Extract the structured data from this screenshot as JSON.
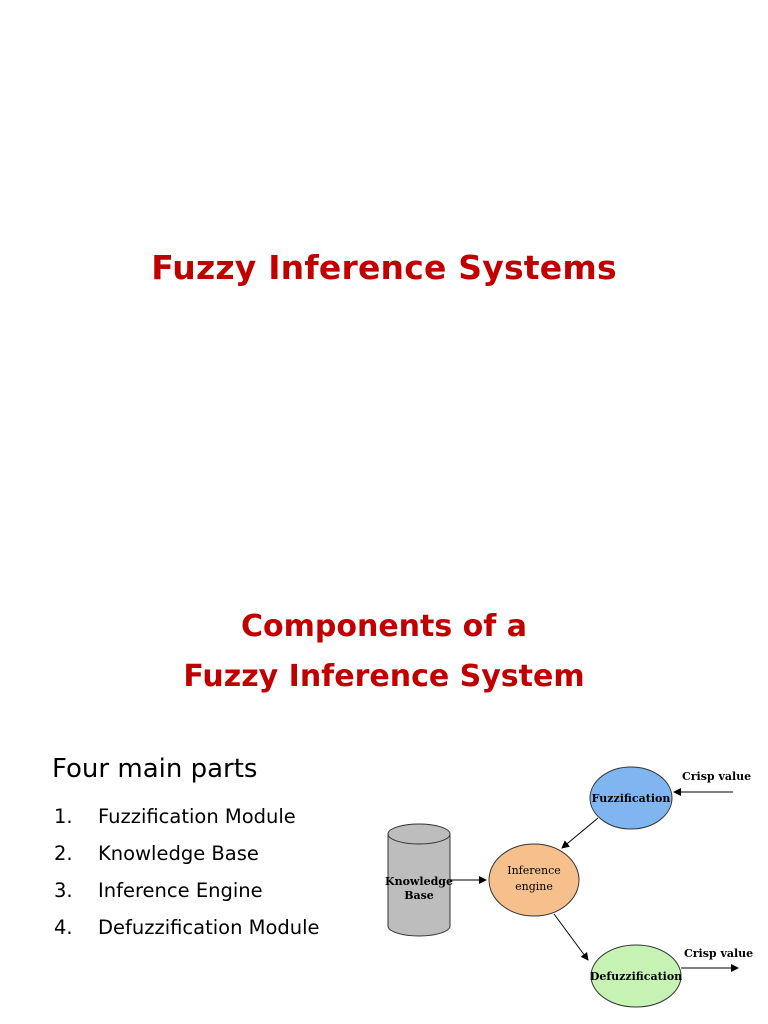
{
  "slide1": {
    "title": "Fuzzy Inference Systems"
  },
  "slide2": {
    "title_line1": "Components of a",
    "title_line2": "Fuzzy Inference System",
    "parts_heading": "Four main parts",
    "parts": [
      {
        "num": "1.",
        "label": "Fuzzification Module"
      },
      {
        "num": "2.",
        "label": "Knowledge Base"
      },
      {
        "num": "3.",
        "label": "Inference Engine"
      },
      {
        "num": "4.",
        "label": "Defuzzification Module"
      }
    ],
    "diagram": {
      "fuzzification": "Fuzzification",
      "knowledge_line1": "Knowledge",
      "knowledge_line2": "Base",
      "inference_line1": "Inference",
      "inference_line2": "engine",
      "defuzzification": "Defuzzification",
      "crisp_in": "Crisp value",
      "crisp_out": "Crisp value",
      "colors": {
        "fuzzification_fill": "#7fb6f2",
        "inference_fill": "#f6c08c",
        "defuzzification_fill": "#c6f2b4",
        "cylinder_fill": "#bdbdbd"
      }
    }
  }
}
